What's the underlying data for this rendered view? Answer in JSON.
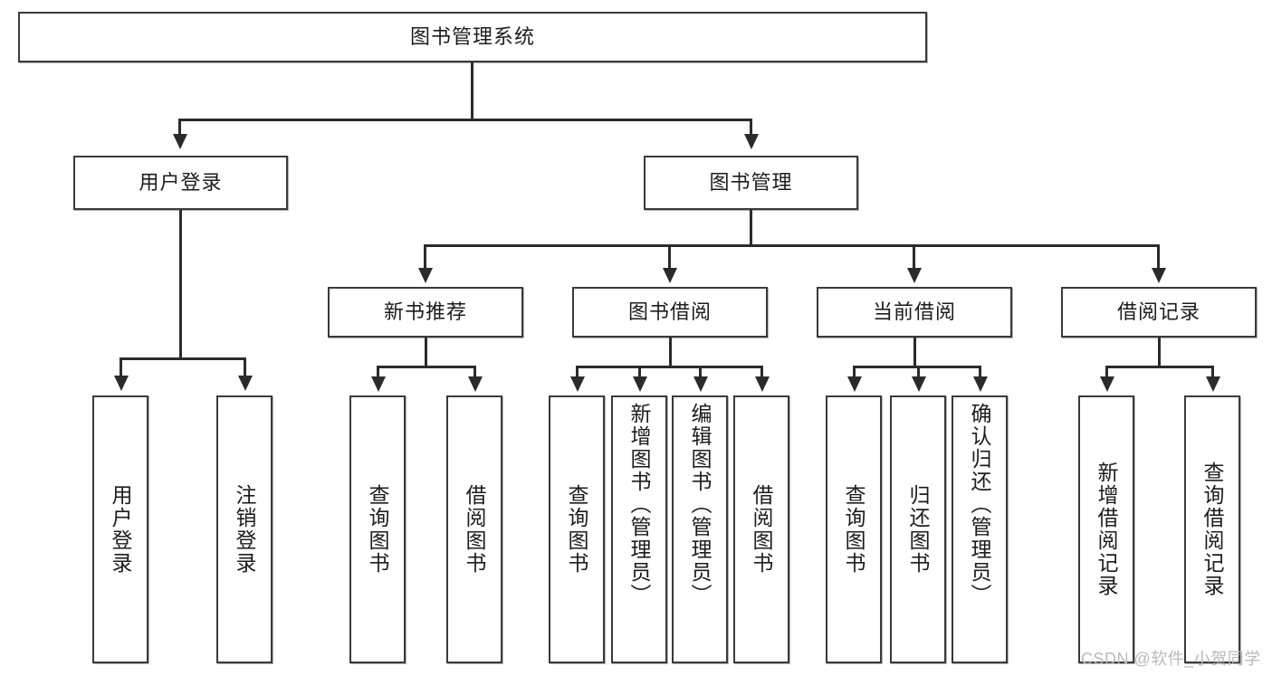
{
  "diagram": {
    "title": "图书管理系统",
    "type": "hierarchy-tree",
    "root": {
      "label": "图书管理系统"
    },
    "level2": [
      {
        "label": "用户登录"
      },
      {
        "label": "图书管理"
      }
    ],
    "level3": [
      {
        "label": "新书推荐"
      },
      {
        "label": "图书借阅"
      },
      {
        "label": "当前借阅"
      },
      {
        "label": "借阅记录"
      }
    ],
    "leaves": {
      "user_login": [
        {
          "label": "用户登录"
        },
        {
          "label": "注销登录"
        }
      ],
      "new_book_recommend": [
        {
          "label": "查询图书"
        },
        {
          "label": "借阅图书"
        }
      ],
      "book_borrow": [
        {
          "label": "查询图书"
        },
        {
          "label": "新增图书（管理员）"
        },
        {
          "label": "编辑图书（管理员）"
        },
        {
          "label": "借阅图书"
        }
      ],
      "current_borrow": [
        {
          "label": "查询图书"
        },
        {
          "label": "归还图书"
        },
        {
          "label": "确认归还（管理员）"
        }
      ],
      "borrow_record": [
        {
          "label": "新增借阅记录"
        },
        {
          "label": "查询借阅记录"
        }
      ]
    }
  },
  "watermark": {
    "text": "CSDN @软件_小贺同学"
  },
  "colors": {
    "stroke": "#3a3a3a",
    "connector": "#2b2b2b",
    "text": "#1c1c1c",
    "background": "#ffffff",
    "watermark": "#b9b9b9"
  }
}
